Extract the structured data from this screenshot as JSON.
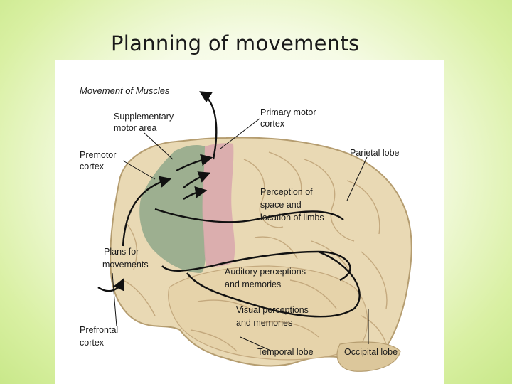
{
  "slide": {
    "title": "Planning of movements"
  },
  "figure": {
    "labels": {
      "movement_of_muscles": "Movement of Muscles",
      "supplementary_1": "Supplementary",
      "supplementary_2": "motor area",
      "primary_1": "Primary motor",
      "primary_2": "cortex",
      "premotor_1": "Premotor",
      "premotor_2": "cortex",
      "parietal": "Parietal lobe",
      "perception_1": "Perception of",
      "perception_2": "space and",
      "perception_3": "location of limbs",
      "plans_1": "Plans for",
      "plans_2": "movements",
      "auditory_1": "Auditory perceptions",
      "auditory_2": "and memories",
      "visual_1": "Visual perceptions",
      "visual_2": "and memories",
      "prefrontal_1": "Prefrontal",
      "prefrontal_2": "cortex",
      "temporal": "Temporal lobe",
      "occipital": "Occipital lobe"
    },
    "colors": {
      "brain": "#e9d9b4",
      "brain_outline": "#b59d70",
      "sulci": "#c9b088",
      "premotor_region": "#8fa78a",
      "primary_motor_region": "#d9a8ad",
      "arrow": "#111111"
    }
  }
}
